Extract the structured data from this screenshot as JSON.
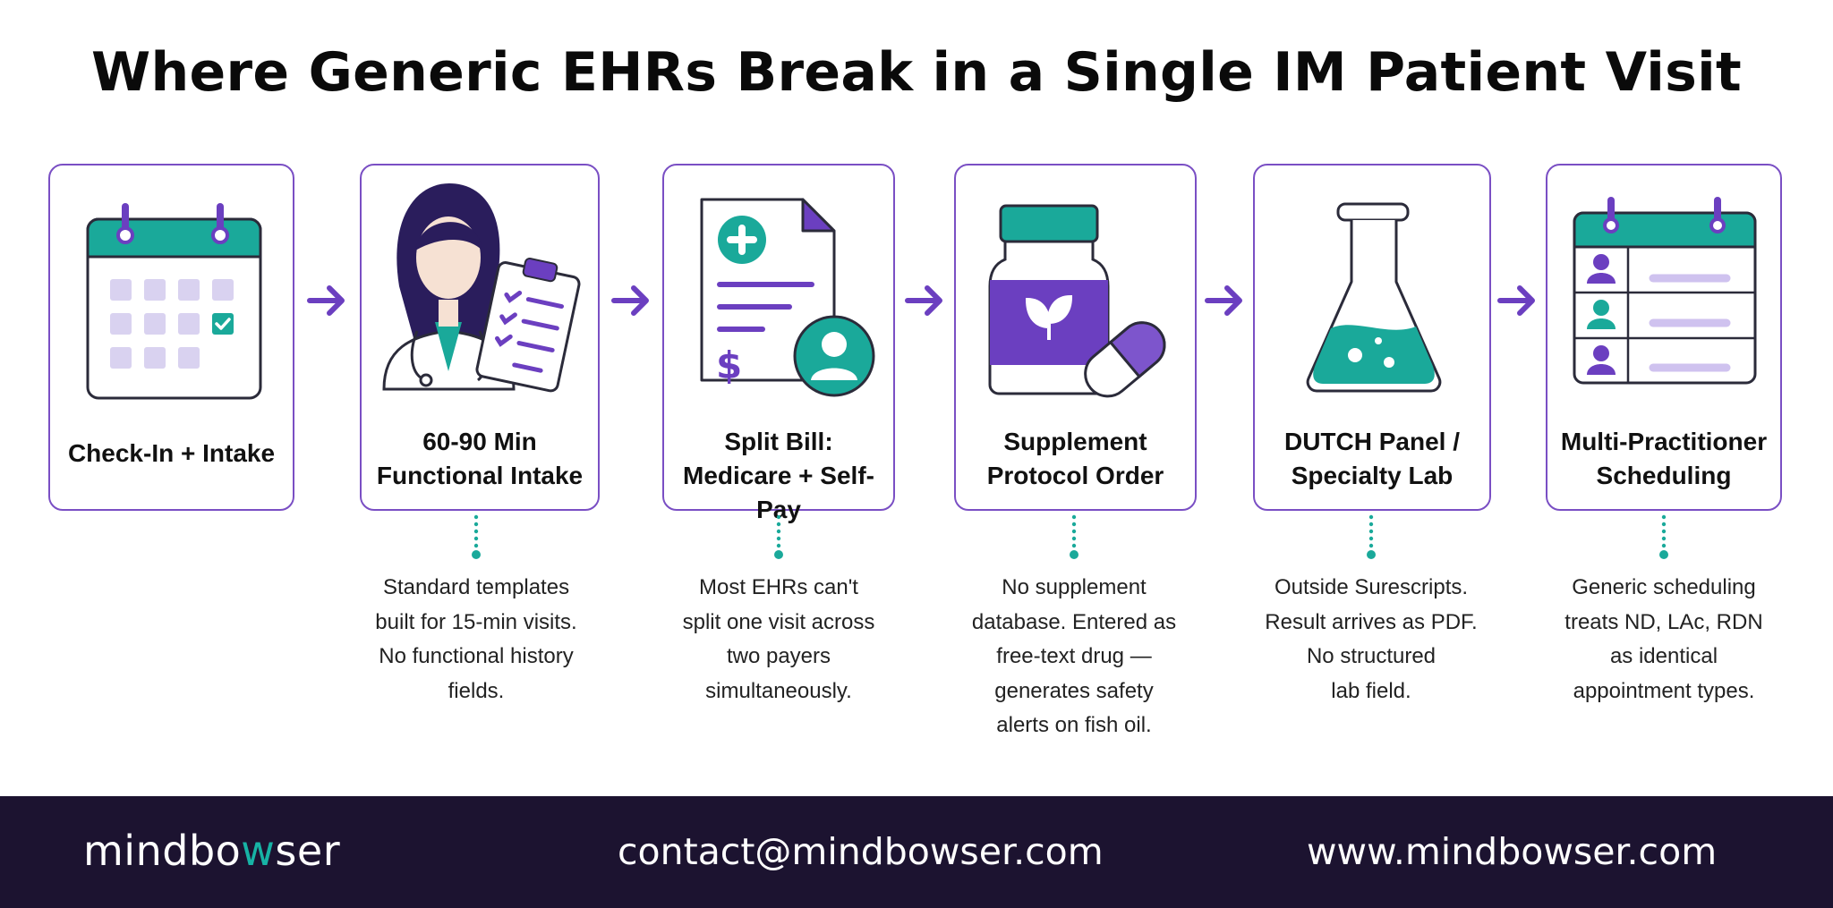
{
  "title": "Where Generic EHRs Break in a Single IM Patient Visit",
  "colors": {
    "purple": "#6b3fc0",
    "teal": "#1aa99a",
    "border": "#7a4fc4",
    "footer_bg": "#1c1330"
  },
  "steps": [
    {
      "icon": "calendar-check-icon",
      "label_lines": [
        "Check-In + Intake"
      ],
      "description_lines": []
    },
    {
      "icon": "doctor-clipboard-icon",
      "label_lines": [
        "60-90 Min",
        "Functional Intake"
      ],
      "description_lines": [
        "Standard templates",
        "built for 15-min visits.",
        "No functional history",
        "fields."
      ]
    },
    {
      "icon": "medical-bill-icon",
      "label_lines": [
        "Split Bill:",
        "Medicare + Self-Pay"
      ],
      "description_lines": [
        "Most EHRs can't",
        "split one visit across",
        "two payers",
        "simultaneously."
      ]
    },
    {
      "icon": "supplement-bottle-icon",
      "label_lines": [
        "Supplement",
        "Protocol Order"
      ],
      "description_lines": [
        "No supplement",
        "database. Entered as",
        "free-text drug —",
        "generates safety",
        "alerts on fish oil."
      ]
    },
    {
      "icon": "lab-flask-icon",
      "label_lines": [
        "DUTCH Panel /",
        "Specialty Lab"
      ],
      "description_lines": [
        "Outside Surescripts.",
        "Result arrives as PDF.",
        "No structured",
        "lab field."
      ]
    },
    {
      "icon": "schedule-calendar-icon",
      "label_lines": [
        "Multi-Practitioner",
        "Scheduling"
      ],
      "description_lines": [
        "Generic scheduling",
        "treats ND, LAc, RDN",
        "as identical",
        "appointment types."
      ]
    }
  ],
  "footer": {
    "logo_prefix": "mindbo",
    "logo_accent": "w",
    "logo_suffix": "ser",
    "email": "contact@mindbowser.com",
    "website": "www.mindbowser.com"
  }
}
